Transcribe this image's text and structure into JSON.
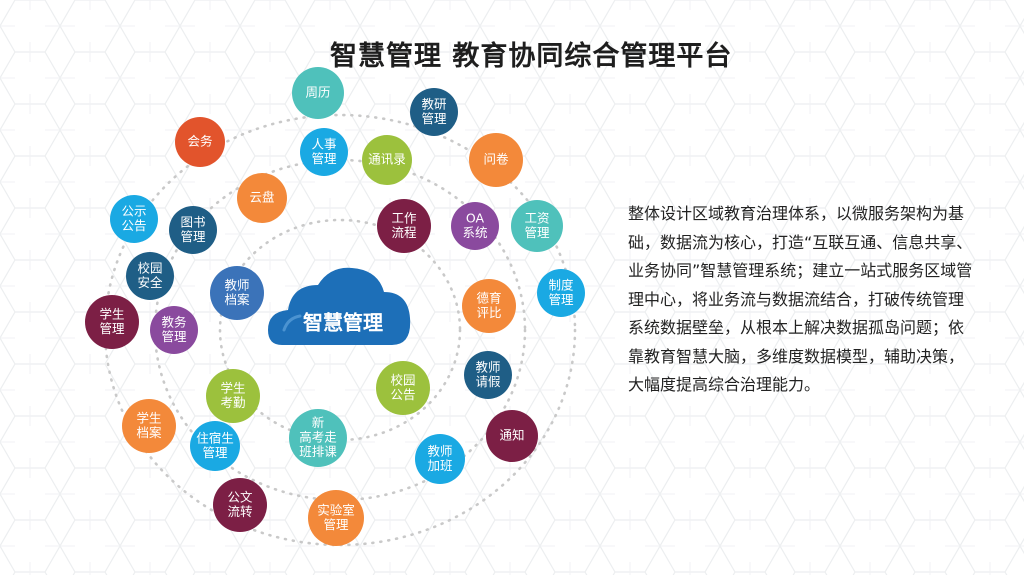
{
  "title": "智慧管理  教育协同综合管理平台",
  "description": "整体设计区域教育治理体系，以微服务架构为基础，数据流为核心，打造“互联互通、信息共享、业务协同”智慧管理系统；建立一站式服务区域管理中心，将业务流与数据流结合，打破传统管理系统数据壁垒，从根本上解决数据孤岛问题；依靠教育智慧大脑，多维度数据模型，辅助决策，大幅度提高综合治理能力。",
  "colors": {
    "teal": "#4fc1bb",
    "navy": "#1f5e86",
    "orange": "#f3893a",
    "red": "#e2542c",
    "green": "#9cc13d",
    "cyan": "#1aa9e3",
    "maroon": "#7c1f45",
    "purple": "#8a4a9e",
    "blue": "#3b73b9",
    "cloud": "#1d6fb8"
  },
  "center": {
    "label": "智慧管理",
    "icon": "cloud-icon"
  },
  "nodes": [
    {
      "id": "zhouli",
      "lines": [
        "周历"
      ],
      "color": "teal"
    },
    {
      "id": "jiaoyan",
      "lines": [
        "教研",
        "管理"
      ],
      "color": "navy"
    },
    {
      "id": "huiwu",
      "lines": [
        "会务"
      ],
      "color": "red"
    },
    {
      "id": "renshi",
      "lines": [
        "人事",
        "管理"
      ],
      "color": "cyan"
    },
    {
      "id": "tongxunlu",
      "lines": [
        "通讯录"
      ],
      "color": "green"
    },
    {
      "id": "wenjuan",
      "lines": [
        "问卷"
      ],
      "color": "orange"
    },
    {
      "id": "yunpan",
      "lines": [
        "云盘"
      ],
      "color": "orange"
    },
    {
      "id": "gongshi",
      "lines": [
        "公示",
        "公告"
      ],
      "color": "cyan"
    },
    {
      "id": "tushu",
      "lines": [
        "图书",
        "管理"
      ],
      "color": "navy"
    },
    {
      "id": "gongzuo",
      "lines": [
        "工作",
        "流程"
      ],
      "color": "maroon"
    },
    {
      "id": "oa",
      "lines": [
        "OA",
        "系统"
      ],
      "color": "purple"
    },
    {
      "id": "gongzi",
      "lines": [
        "工资",
        "管理"
      ],
      "color": "teal"
    },
    {
      "id": "xiaoyuan-anquan",
      "lines": [
        "校园",
        "安全"
      ],
      "color": "navy"
    },
    {
      "id": "jiaoshi-dangan",
      "lines": [
        "教师",
        "档案"
      ],
      "color": "blue"
    },
    {
      "id": "deyu",
      "lines": [
        "德育",
        "评比"
      ],
      "color": "orange"
    },
    {
      "id": "zhidu",
      "lines": [
        "制度",
        "管理"
      ],
      "color": "cyan"
    },
    {
      "id": "xuesheng-guanli",
      "lines": [
        "学生",
        "管理"
      ],
      "color": "maroon"
    },
    {
      "id": "jiaowu",
      "lines": [
        "教务",
        "管理"
      ],
      "color": "purple"
    },
    {
      "id": "jiaoshi-qingjia",
      "lines": [
        "教师",
        "请假"
      ],
      "color": "navy"
    },
    {
      "id": "xuesheng-kaoqin",
      "lines": [
        "学生",
        "考勤"
      ],
      "color": "green"
    },
    {
      "id": "xiaoyuan-gonggao",
      "lines": [
        "校园",
        "公告"
      ],
      "color": "green"
    },
    {
      "id": "tongzhi",
      "lines": [
        "通知"
      ],
      "color": "maroon"
    },
    {
      "id": "xuesheng-dangan",
      "lines": [
        "学生",
        "档案"
      ],
      "color": "orange"
    },
    {
      "id": "xingaokao",
      "lines": [
        "新",
        "高考走",
        "班排课"
      ],
      "color": "teal"
    },
    {
      "id": "zhusu",
      "lines": [
        "住宿生",
        "管理"
      ],
      "color": "cyan"
    },
    {
      "id": "jiaoshi-jiaban",
      "lines": [
        "教师",
        "加班"
      ],
      "color": "cyan"
    },
    {
      "id": "gongwen",
      "lines": [
        "公文",
        "流转"
      ],
      "color": "maroon"
    },
    {
      "id": "shiyanshi",
      "lines": [
        "实验室",
        "管理"
      ],
      "color": "orange"
    }
  ]
}
